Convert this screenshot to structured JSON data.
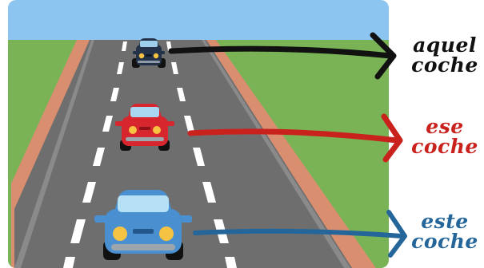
{
  "colors": {
    "sky": "#8cc6f0",
    "grass": "#79b356",
    "shoulder": "#d98f6f",
    "road": "#6e6e6e",
    "lane_marks": "#ffffff",
    "far_car": "#233248",
    "middle_car": "#d7262d",
    "near_car": "#4a8fd0",
    "black_arrow": "#111111",
    "red_arrow": "#c9221d",
    "blue_arrow": "#24669a"
  },
  "labels": [
    {
      "id": "far",
      "line1": "aquel",
      "line2": "coche",
      "color": "#111111"
    },
    {
      "id": "middle",
      "line1": "ese",
      "line2": "coche",
      "color": "#c9221d"
    },
    {
      "id": "near",
      "line1": "este",
      "line2": "coche",
      "color": "#24669a"
    }
  ]
}
